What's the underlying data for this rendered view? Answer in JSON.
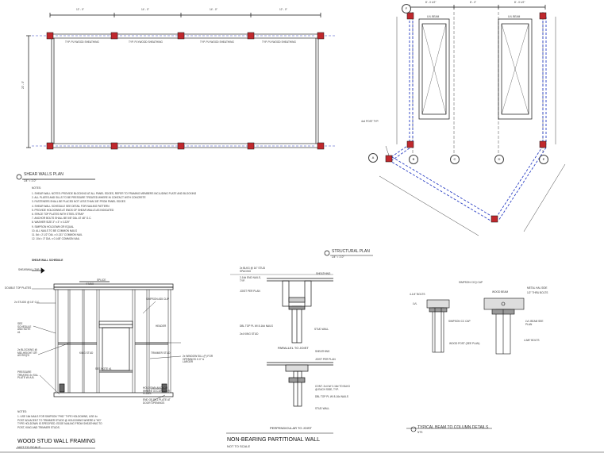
{
  "sheet": {
    "shear_walls": {
      "title": "SHEAR WALLS PLAN",
      "scale": "1/4\" = 1'-0\"",
      "dims": [
        "12' - 0\"",
        "14' - 0\"",
        "14' - 0\"",
        "12' - 0\""
      ],
      "side_dim": "22' - 0\"",
      "wall_labels": [
        "TYP. PLYWOOD SHEATHING",
        "TYP. PLYWOOD SHEATHING",
        "TYP. PLYWOOD SHEATHING",
        "TYP. PLYWOOD SHEATHING"
      ]
    },
    "notes": {
      "heading": "NOTES:",
      "items": [
        "1. SHEAR WALL NOTES: PROVIDE BLOCKING AT ALL PANEL EDGES, REFER TO FRAMING MEMBERS INCLUDING PLATE AND BLOCKING",
        "2. ALL PLATES AND SILLS TO BE PRESSURE TREATED WHERE IN CONTACT WITH CONCRETE",
        "3. FASTENERS SHALL BE PLACED NOT LESS THAN 3/8\" FROM PANEL EDGES",
        "4. SHEAR WALL SCHEDULE SEE DETAIL FOR NAILING PATTERN",
        "5. PROVIDE HOLDOWNS AT ENDS OF SHEAR WALLS AS INDICATED",
        "6. SPACE TOP PLATES WITH STEEL STRAP",
        "7. ANCHOR BOLTS SHALL BE 5/8\" DIA. AT 48\" O.C.",
        "8. WASHER SIZE 3\" x 3\" x 0.229\"",
        "9. SIMPSON HOLDOWN OR EQUAL",
        "10. ALL NAILS TO BE COMMON NAILS",
        "11. 8d = 2 1/2\" DIA. x 0.131\" COMMON NAIL",
        "12. 10d = 3\" DIA. x 0.148\" COMMON NAIL"
      ],
      "legend_heading": "SHEAR WALL SCHEDULE",
      "legend_item": "SHEARWALL TYP."
    },
    "wood_stud": {
      "title": "WOOD STUD WALL FRAMING",
      "subtitle": "NOT TO SCALE",
      "labels": [
        "DOUBLE TOP PLATES",
        "2x STUDS @ 16\" O.C.",
        "SEE SCHEDULE AND NOTE #1",
        "2x BLOCKING @ MID-HEIGHT OR AS REQ'D",
        "PRESSURE TREATED 2x SILL PLATE W/ A.B.",
        "SIMPSON A35 CLIP",
        "HEADER",
        "KING STUD",
        "TRIMMER STUD",
        "SEE NOTE #1",
        "HOLDOWN ANCHOR WHERE OCCURS PER PLANS",
        "END OF SILL PLATE AT DOOR OPENINGS",
        "SPLICE",
        "4' MAX",
        "2x WINDOW SILL (F) FOR OPENINGS 4'-0\" & LARGER"
      ],
      "notes_heading": "NOTES:",
      "notes": "1. USE 16d NAILS FOR SIMPSON \"PHD\" TYPE HOLDOWNS, USE 4x POST ADJACENT TO TRIMMER STUDS @ HOLDOWNS WHERE A \"HD\" TYPE HOLDOWN IS SPECIFIED. EDGE NAILING FROM SHEATHING TO POST, KING AND TRIMMER STUDS."
    },
    "partition": {
      "title": "NON-BEARING PARTITIONAL WALL",
      "subtitle": "NOT TO SCALE",
      "parallel_label": "PARALLEL TO JOIST",
      "perp_label": "PERPENDICULAR TO JOIST",
      "labels_a": [
        "2x BLKG @ 16\" STUD SPACING",
        "2-16d END NAILS, TYP.",
        "JOIST PER PLAN",
        "SHEATHING",
        "STUD WALL",
        "DBL TOP PL W/ 8-16d NAILS",
        "2x4 KING STUD"
      ],
      "labels_b": [
        "SHEATHING",
        "JOIST PER PLAN",
        "CONT. 2x4 W/ 2-16d TO BLKG @ EACH SIDE, TYP.",
        "DBL TOP PL W/ 8-16d NAILS",
        "STUD WALL"
      ]
    },
    "structural": {
      "title": "STRUCTURAL PLAN",
      "scale": "1/4\" = 1'-0\"",
      "dims": [
        "8' - 0 1/2\"",
        "8' - 0\"",
        "8' - 0 1/2\""
      ],
      "grid": [
        "A",
        "B",
        "C",
        "D",
        "E",
        "F"
      ],
      "labels": [
        "LVL BEAM",
        "LVL BEAM",
        "4x4 POST TYP."
      ]
    },
    "beam_detail": {
      "title": "TYPICAL BEAM TO COLUMN DETAILS",
      "subtitle": "NTS",
      "labels": [
        "SIMPSON CCQ CAP",
        "WOOD BEAM",
        "METAL HAL SIDE",
        "4-1/4\" BOLTS",
        "LVL",
        "SIMPSON CC CAP",
        "WOOD POST (SEE PLAN)",
        "LVL BEAM SEE PLAN",
        "1/2\" THRU BOLTS",
        "4-5/8\" BOLTS"
      ]
    }
  }
}
